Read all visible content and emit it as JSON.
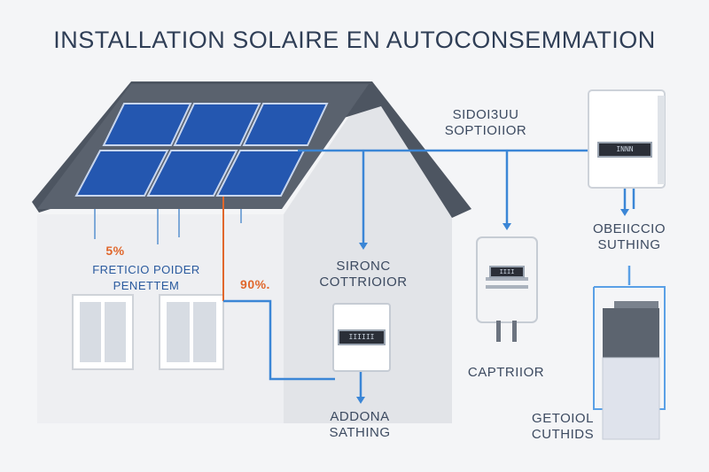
{
  "title": "INSTALLATION SOLAIRE EN AUTOCONSEMMATION",
  "labels": {
    "top_line1": "SIDOI3UU",
    "top_line2": "SOPTIOIIOR",
    "mid_line1": "SIRONC",
    "mid_line2": "COTTRIOIOR",
    "left_pct": "5%",
    "left_caption": "FRETICIO POIDER PENETTEM",
    "center_pct": "90%.",
    "bottom_line1": "ADDONA",
    "bottom_line2": "SATHING",
    "right_line1": "OBEIICCIO",
    "right_line2": "SUTHING",
    "meter_caption": "CAPTRIIOR",
    "battery_line1": "GETOIOL",
    "battery_line2": "CUTHIDS"
  },
  "screens": {
    "inverter_top": "INNN",
    "controller": "IIIIII",
    "meter": "IIII"
  },
  "colors": {
    "wire_blue": "#3b86d6",
    "wire_orange": "#e0672c",
    "roof": "#4d5561",
    "panel": "#2457b0",
    "wall": "#ecedf0"
  }
}
